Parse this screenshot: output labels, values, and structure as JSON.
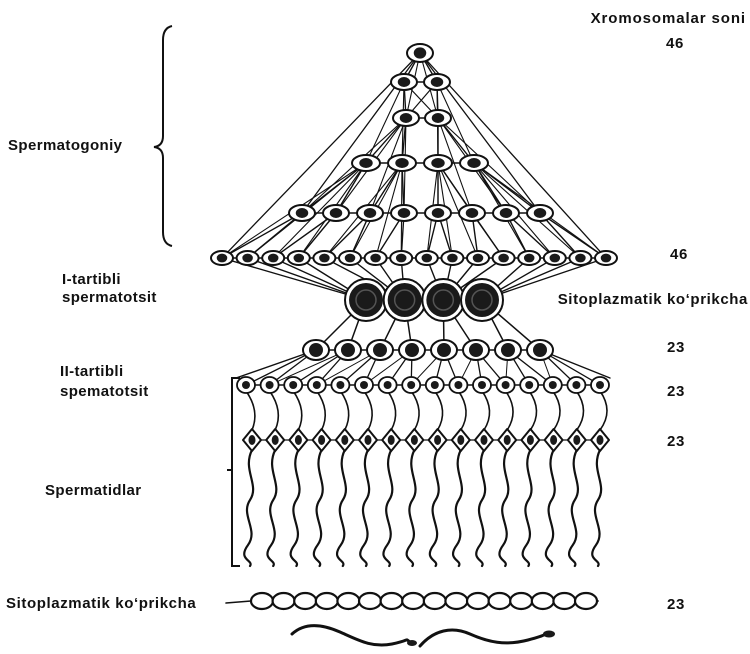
{
  "header": {
    "title": "Xromosomalar soni"
  },
  "labels": {
    "spermatogoniy": "Spermatogoniy",
    "first_order_line1": "I-tartibli",
    "first_order_line2": "spermatotsit",
    "second_order_line1": "II-tartibli",
    "second_order_line2": "spematotsit",
    "spermatids": "Spermatidlar",
    "bridge_top": "Sitoplazmatik ko‘prikcha",
    "bridge_bottom": "Sitoplazmatik ko‘prikcha"
  },
  "chromosome_counts": [
    "46",
    "46",
    "23",
    "23",
    "23",
    "23"
  ],
  "colors": {
    "ink": "#111111",
    "nucleus": "#1a1a1a",
    "cell_fill": "#ffffff"
  }
}
